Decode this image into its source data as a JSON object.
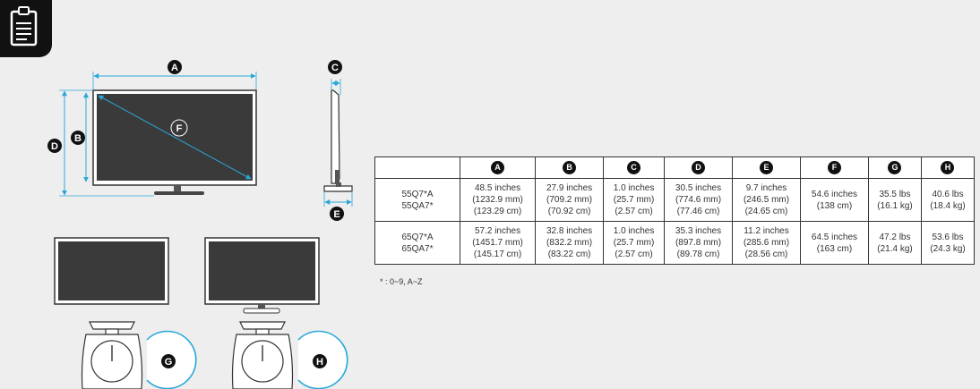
{
  "labels": {
    "A": "A",
    "B": "B",
    "C": "C",
    "D": "D",
    "E": "E",
    "F": "F",
    "G": "G",
    "H": "H"
  },
  "table": {
    "header": [
      "",
      "A",
      "B",
      "C",
      "D",
      "E",
      "F",
      "G",
      "H"
    ],
    "rows": [
      {
        "models": [
          "55Q7*A",
          "55QA7*"
        ],
        "cells": [
          [
            "48.5 inches",
            "(1232.9 mm)",
            "(123.29 cm)"
          ],
          [
            "27.9 inches",
            "(709.2 mm)",
            "(70.92 cm)"
          ],
          [
            "1.0 inches",
            "(25.7 mm)",
            "(2.57 cm)"
          ],
          [
            "30.5 inches",
            "(774.6 mm)",
            "(77.46 cm)"
          ],
          [
            "9.7 inches",
            "(246.5 mm)",
            "(24.65 cm)"
          ],
          [
            "54.6 inches",
            "(138 cm)"
          ],
          [
            "35.5 lbs",
            "(16.1 kg)"
          ],
          [
            "40.6 lbs",
            "(18.4 kg)"
          ]
        ]
      },
      {
        "models": [
          "65Q7*A",
          "65QA7*"
        ],
        "cells": [
          [
            "57.2 inches",
            "(1451.7 mm)",
            "(145.17 cm)"
          ],
          [
            "32.8 inches",
            "(832.2 mm)",
            "(83.22 cm)"
          ],
          [
            "1.0 inches",
            "(25.7 mm)",
            "(2.57 cm)"
          ],
          [
            "35.3 inches",
            "(897.8 mm)",
            "(89.78 cm)"
          ],
          [
            "11.2 inches",
            "(285.6 mm)",
            "(28.56 cm)"
          ],
          [
            "64.5 inches",
            "(163 cm)"
          ],
          [
            "47.2 lbs",
            "(21.4 kg)"
          ],
          [
            "53.6 lbs",
            "(24.3 kg)"
          ]
        ]
      }
    ]
  },
  "footnote": "* : 0~9, A~Z",
  "colors": {
    "dimension_line": "#29a8d8",
    "badge": "#111111",
    "screen": "#3a3a3a"
  }
}
